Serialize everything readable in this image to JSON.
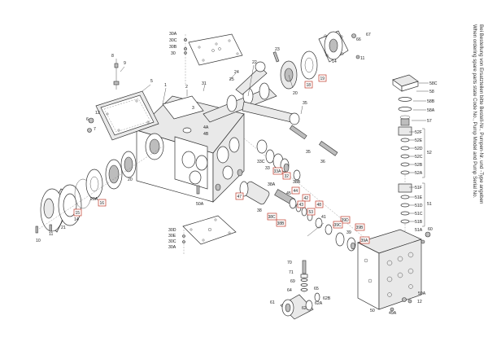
{
  "note": {
    "de": "Bei Bestellung von Ersatzteilen bitte Bestell-Nr., Pumpen-Nr. und -Type angeben",
    "en": "When ordering spare parts state Code No., Pump Model and Pump Serial No."
  },
  "labels": {
    "l1": "1",
    "l2": "2",
    "l3": "3",
    "l5": "5",
    "l6": "6",
    "l7": "7",
    "l8": "8",
    "l9": "9",
    "l10": "10",
    "l11": "11",
    "l12": "12",
    "l14": "14",
    "l20": "20",
    "l20A": "20A",
    "l21": "21",
    "l22": "22",
    "l23": "23",
    "l24": "24",
    "l25": "25",
    "l31": "31",
    "l33": "33",
    "l35": "35",
    "l36": "36",
    "l38": "38",
    "l38A": "38A",
    "l38B": "38B",
    "l39": "39",
    "l40": "40",
    "l41": "41",
    "l45": "45",
    "l46": "46",
    "l49A": "49A",
    "l50": "50",
    "l50A": "50A",
    "l51": "51",
    "l52": "52",
    "l57": "57",
    "l58": "58",
    "l58A": "58A",
    "l58B": "58B",
    "l58C": "58C",
    "l59A": "59A",
    "l60": "60",
    "l61": "61",
    "l62": "62",
    "l62A": "62A",
    "l62B": "62B",
    "l64": "64",
    "l65": "65",
    "l66": "66",
    "l67": "67",
    "l69": "69",
    "l70": "70",
    "l71": "71",
    "l4A": "4A",
    "l4B": "4B",
    "l30": "30",
    "l30A": "30A",
    "l30B": "30B",
    "l30C": "30C",
    "l30D": "30D",
    "l30E": "30E",
    "l30C2": "30C",
    "l30A2": "30A",
    "l51A": "51A",
    "l51B": "51B",
    "l51C": "51C",
    "l51D": "51D",
    "l51E": "51E",
    "l51F": "51F",
    "l52A": "52A",
    "l52B": "52B",
    "l52C": "52C",
    "l52D": "52D",
    "l52E": "52E",
    "l52F": "52F",
    "l12b": "12",
    "l33C": "33C",
    "l11b": "11",
    "l10b": "10"
  },
  "boxed": {
    "b15": "15",
    "b16": "16",
    "b18": "18",
    "b19": "19",
    "b32": "32",
    "b33A": "33A",
    "b38B": "38B",
    "b38C": "38C",
    "b39A": "39A",
    "b39B": "39B",
    "b39C": "39C",
    "b39D": "39D",
    "b42": "42",
    "b43": "43",
    "b44": "44",
    "b47": "47",
    "b48": "48",
    "b53": "53"
  }
}
